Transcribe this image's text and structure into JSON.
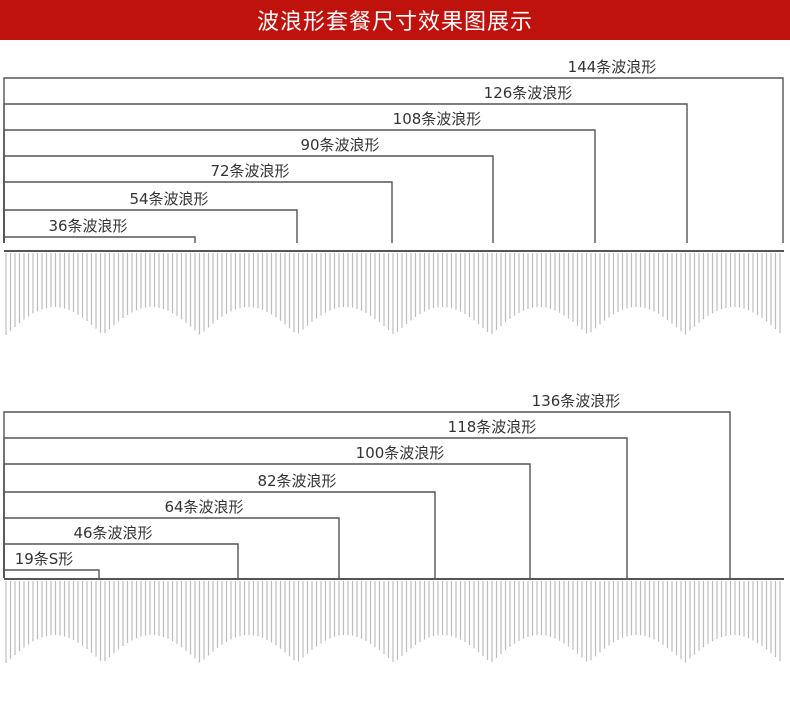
{
  "header": {
    "title": "波浪形套餐尺寸效果图展示"
  },
  "colors": {
    "banner": "#c0120c",
    "line": "#555555",
    "curtain": "#bdbdbd",
    "text": "#333333"
  },
  "diagram_top": {
    "labels": [
      "144条波浪形",
      "126条波浪形",
      "108条波浪形",
      "90条波浪形",
      "72条波浪形",
      "54条波浪形",
      "36条波浪形"
    ]
  },
  "diagram_bottom": {
    "labels": [
      "136条波浪形",
      "118条波浪形",
      "100条波浪形",
      "82条波浪形",
      "64条波浪形",
      "46条波浪形",
      "19条S形"
    ]
  }
}
